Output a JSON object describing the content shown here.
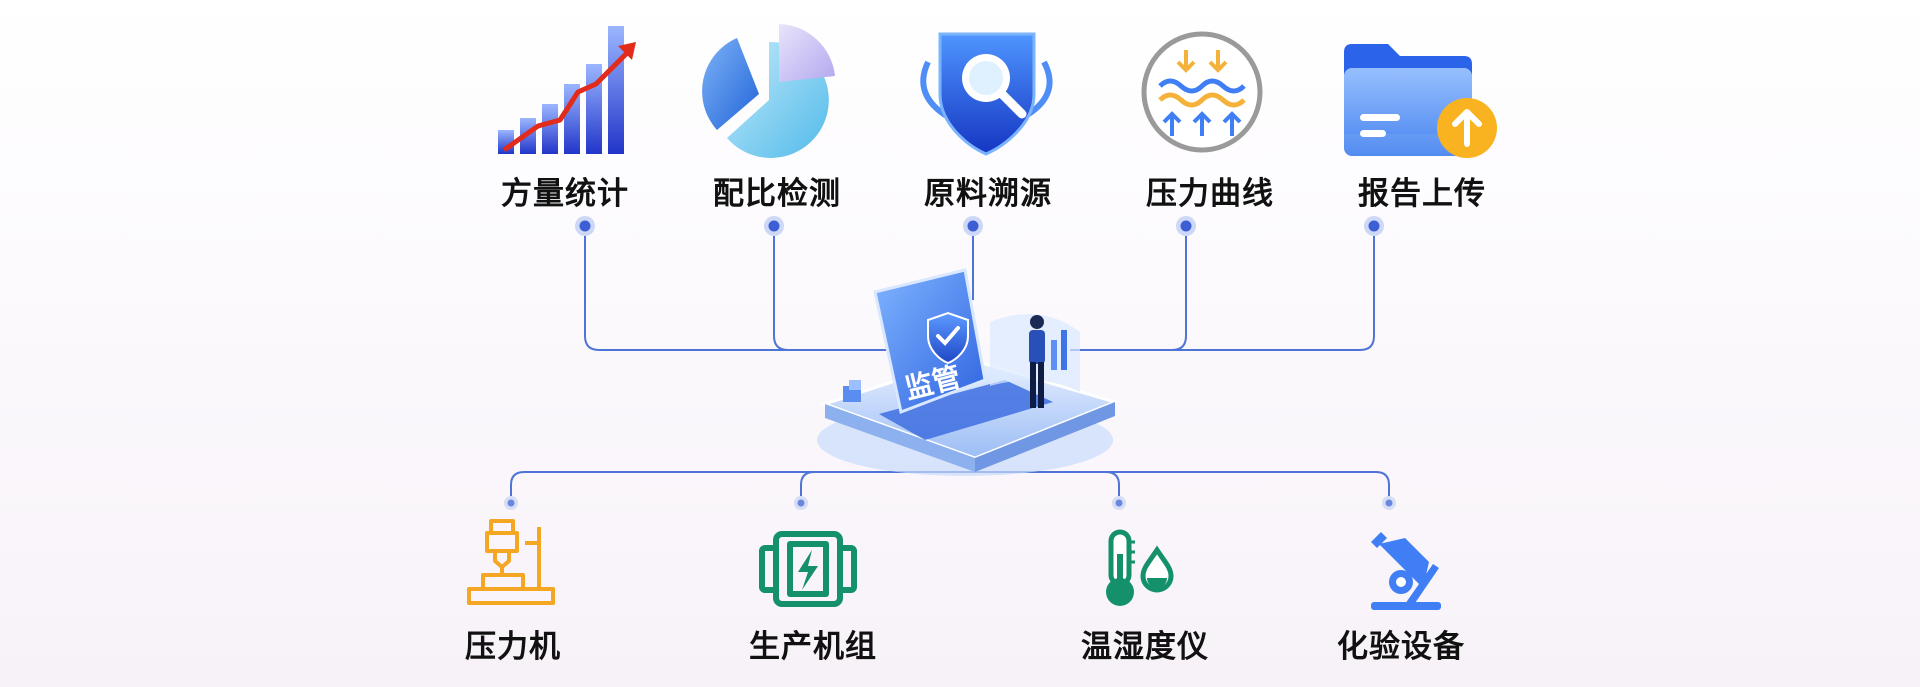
{
  "hub": {
    "title": "监管"
  },
  "top_items": [
    {
      "label": "方量统计",
      "icon": "bar-chart-arrow-icon"
    },
    {
      "label": "配比检测",
      "icon": "pie-chart-icon"
    },
    {
      "label": "原料溯源",
      "icon": "shield-search-icon"
    },
    {
      "label": "压力曲线",
      "icon": "pressure-wave-icon"
    },
    {
      "label": "报告上传",
      "icon": "folder-upload-icon"
    }
  ],
  "bottom_items": [
    {
      "label": "压力机",
      "icon": "press-machine-icon"
    },
    {
      "label": "生产机组",
      "icon": "power-unit-icon"
    },
    {
      "label": "温湿度仪",
      "icon": "thermo-hygrometer-icon"
    },
    {
      "label": "化验设备",
      "icon": "microscope-icon"
    }
  ],
  "colors": {
    "line": "#4d74d6",
    "dot": "#3d5fd6",
    "orange": "#f5a623",
    "green": "#14906a",
    "blue": "#3f7ef5"
  }
}
